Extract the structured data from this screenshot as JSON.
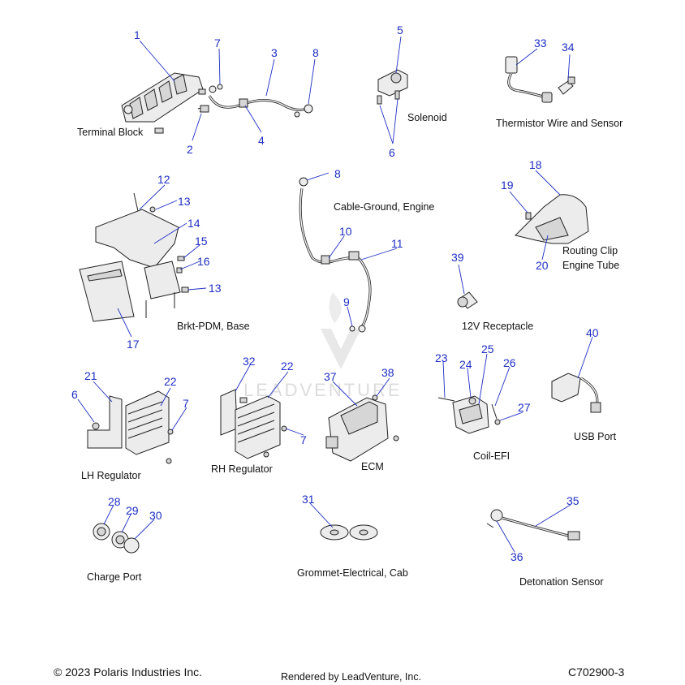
{
  "labels": {
    "terminal_block": "Terminal Block",
    "solenoid": "Solenoid",
    "thermistor": "Thermistor Wire and Sensor",
    "cable_ground": "Cable-Ground, Engine",
    "routing_clip": "Routing Clip",
    "engine_tube": "Engine Tube",
    "brkt_pdm": "Brkt-PDM, Base",
    "receptacle": "12V Receptacle",
    "lh_regulator": "LH Regulator",
    "rh_regulator": "RH Regulator",
    "ecm": "ECM",
    "coil_efi": "Coil-EFI",
    "usb_port": "USB Port",
    "charge_port": "Charge Port",
    "grommet": "Grommet-Electrical, Cab",
    "detonation": "Detonation Sensor"
  },
  "callouts": {
    "c1": "1",
    "c2": "2",
    "c3": "3",
    "c4": "4",
    "c5": "5",
    "c6a": "6",
    "c6b": "6",
    "c7a": "7",
    "c7b": "7",
    "c7c": "7",
    "c8a": "8",
    "c8b": "8",
    "c9": "9",
    "c10": "10",
    "c11": "11",
    "c12": "12",
    "c13a": "13",
    "c13b": "13",
    "c14": "14",
    "c15": "15",
    "c16": "16",
    "c17": "17",
    "c18": "18",
    "c19": "19",
    "c20": "20",
    "c21": "21",
    "c22": "22",
    "c23": "23",
    "c24": "24",
    "c25": "25",
    "c26": "26",
    "c27": "27",
    "c28": "28",
    "c29": "29",
    "c30": "30",
    "c31": "31",
    "c32": "32",
    "c33": "33",
    "c34": "34",
    "c35": "35",
    "c36": "36",
    "c37": "37",
    "c38": "38",
    "c39": "39",
    "c40": "40"
  },
  "footer": {
    "copyright": "© 2023 Polaris Industries Inc.",
    "rendered_by": "Rendered by LeadVenture, Inc.",
    "code": "C702900-3"
  },
  "watermark": "LEADVENTURE",
  "colors": {
    "callout": "#1f2fc4",
    "text": "#111111"
  }
}
